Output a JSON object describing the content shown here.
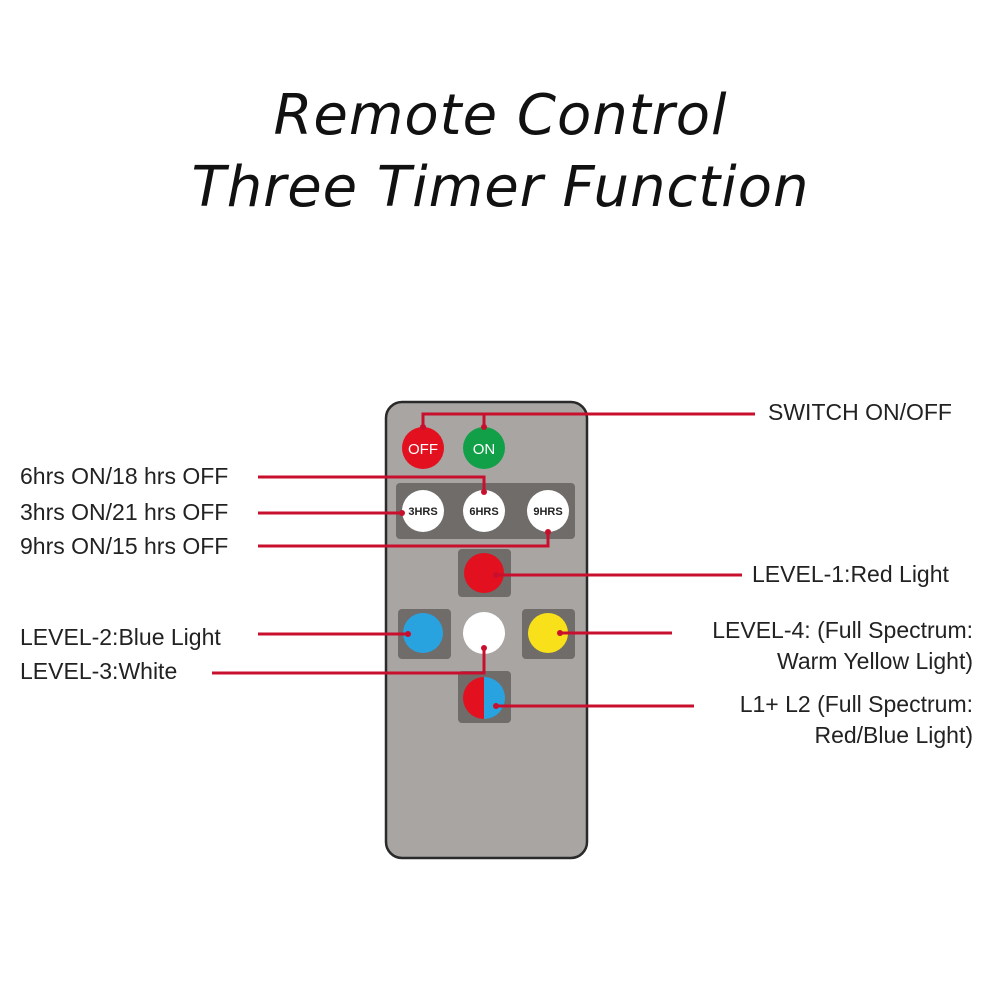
{
  "title": {
    "line1": "Remote Control",
    "line2": "Three Timer Function"
  },
  "remote": {
    "buttons": {
      "off": "OFF",
      "on": "ON",
      "timer_3": "3HRS",
      "timer_6": "6HRS",
      "timer_9": "9HRS"
    }
  },
  "labels": {
    "switch": "SWITCH ON/OFF",
    "timer_6": "6hrs ON/18 hrs OFF",
    "timer_3": "3hrs ON/21 hrs OFF",
    "timer_9": "9hrs ON/15 hrs OFF",
    "level1": "LEVEL-1:Red Light",
    "level2": "LEVEL-2:Blue Light",
    "level3": "LEVEL-3:White",
    "level4_line1": "LEVEL-4: (Full Spectrum:",
    "level4_line2": "Warm Yellow Light)",
    "l1l2_line1": "L1+ L2 (Full Spectrum:",
    "l1l2_line2": "Red/Blue Light)"
  },
  "colors": {
    "leader": "#c8102e",
    "remote_body": "#a8a5a2",
    "button_bg": "#6f6c6a",
    "red": "#e3101f",
    "green": "#11a047",
    "blue": "#29a3e0",
    "yellow": "#f8e11a",
    "white": "#ffffff"
  }
}
